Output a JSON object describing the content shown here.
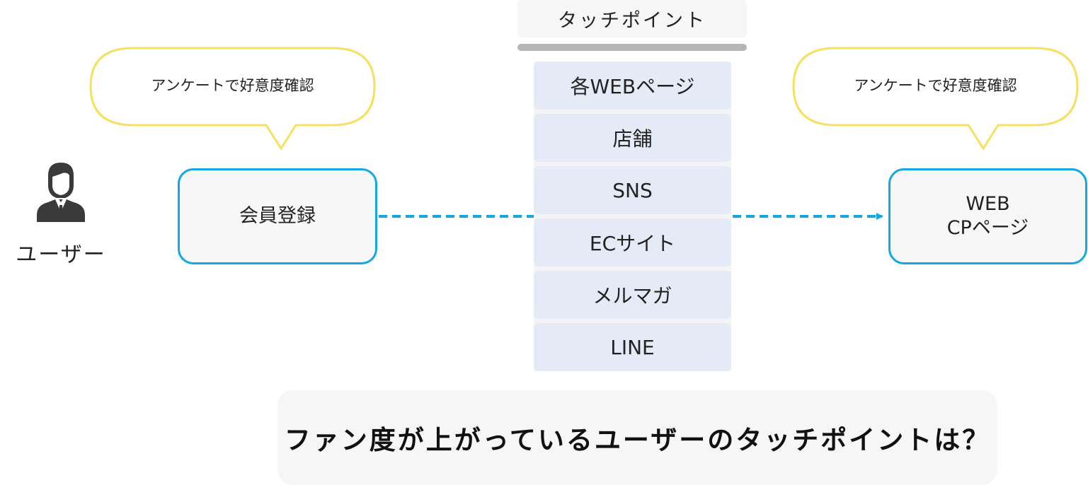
{
  "touchpoints": {
    "header": "タッチポイント",
    "items": [
      "各WEBページ",
      "店舗",
      "SNS",
      "ECサイト",
      "メルマガ",
      "LINE"
    ]
  },
  "user": {
    "label": "ユーザー",
    "icon": "person-icon"
  },
  "registration": {
    "label": "会員登録"
  },
  "web_cp": {
    "line1": "WEB",
    "line2": "CPページ"
  },
  "bubbles": {
    "left": "アンケートで好意度確認",
    "right": "アンケートで好意度確認"
  },
  "question": "ファン度が上がっているユーザーのタッチポイントは？",
  "colors": {
    "box_border": "#14a8e2",
    "arrow": "#14a8e2",
    "bubble_border": "#f5e060",
    "touchpoint_fill": "#e4eaf6",
    "header_bar": "#b5b5b5"
  }
}
